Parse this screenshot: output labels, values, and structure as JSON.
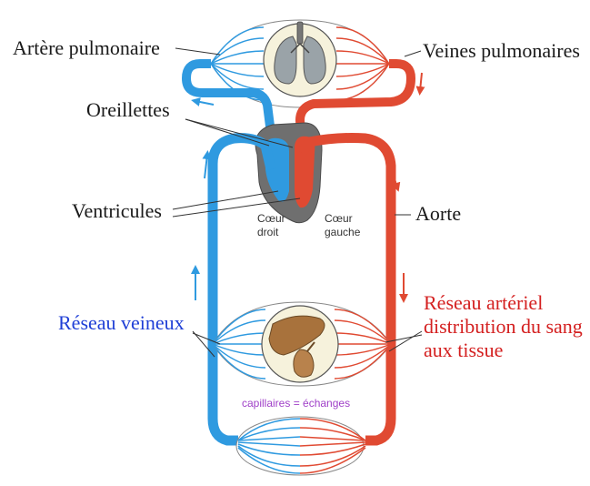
{
  "labels": {
    "artere_pulmonaire": "Artère pulmonaire",
    "veines_pulmonaires": "Veines pulmonaires",
    "oreillettes": "Oreillettes",
    "ventricules": "Ventricules",
    "aorte": "Aorte",
    "reseau_veineux": "Réseau veineux",
    "reseau_arteriel": "Réseau artériel\ndistribution du sang\naux tissue",
    "coeur_droit": "Cœur\ndroit",
    "coeur_gauche": "Cœur\ngauche",
    "capillaires": "capillaires = échanges"
  },
  "colors": {
    "venous_blood": "#2f9ae0",
    "arterial_blood": "#e04a32",
    "heart_tissue": "#6f6f6f",
    "organ_disk": "#f6f2dc",
    "liver": "#a8723c",
    "label_blue": "#1f3fd6",
    "label_red": "#d42020",
    "label_purple": "#a040c8"
  }
}
